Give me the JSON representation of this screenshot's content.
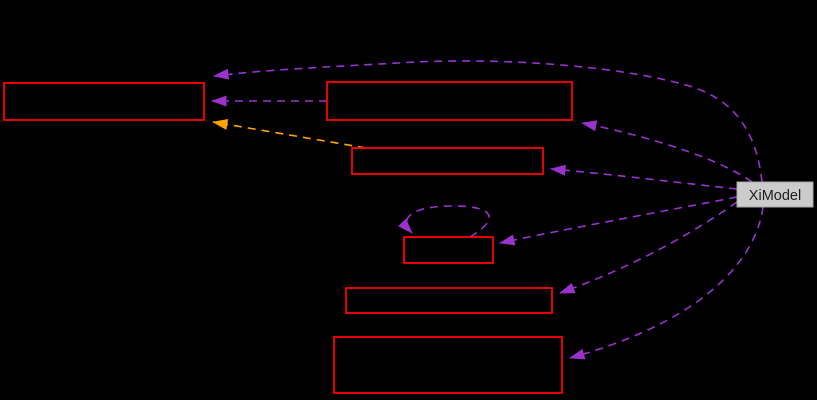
{
  "diagram": {
    "type": "collaboration-graph",
    "central_node": {
      "id": "XiModel",
      "label": "XiModel"
    },
    "nodes": [
      {
        "id": "node-1",
        "label": "",
        "note": "top-left class box, text not visible"
      },
      {
        "id": "node-2",
        "label": "",
        "note": "upper-middle class box, text not visible"
      },
      {
        "id": "node-3",
        "label": "",
        "note": "second-row class box, text not visible"
      },
      {
        "id": "node-4",
        "label": "",
        "note": "small class box with self-loop, text not visible"
      },
      {
        "id": "node-5",
        "label": "",
        "note": "fifth class box, text not visible"
      },
      {
        "id": "node-6",
        "label": "",
        "note": "bottom tall class box, text not visible"
      }
    ],
    "edges": [
      {
        "from": "XiModel",
        "to": "node-1",
        "style": "dashed",
        "type": "usage",
        "color": "#9a32cd"
      },
      {
        "from": "XiModel",
        "to": "node-2",
        "style": "dashed",
        "type": "usage",
        "color": "#9a32cd"
      },
      {
        "from": "XiModel",
        "to": "node-3",
        "style": "dashed",
        "type": "usage",
        "color": "#9a32cd"
      },
      {
        "from": "XiModel",
        "to": "node-4",
        "style": "dashed",
        "type": "usage",
        "color": "#9a32cd"
      },
      {
        "from": "XiModel",
        "to": "node-5",
        "style": "dashed",
        "type": "usage",
        "color": "#9a32cd"
      },
      {
        "from": "XiModel",
        "to": "node-6",
        "style": "dashed",
        "type": "usage",
        "color": "#9a32cd"
      },
      {
        "from": "node-2",
        "to": "node-1",
        "style": "dashed",
        "type": "usage",
        "color": "#9a32cd"
      },
      {
        "from": "node-4",
        "to": "node-4",
        "style": "dashed",
        "type": "usage-self-loop",
        "color": "#9a32cd"
      },
      {
        "from": "node-3",
        "to": "node-1",
        "style": "dashed",
        "type": "template-relation",
        "color": "#ffa500"
      }
    ]
  },
  "colors": {
    "background": "#000000",
    "node_border": "#ff0000",
    "node_fill": "#000000",
    "label_fill": "#cccccc",
    "label_border": "#a8a8a8",
    "label_text": "#1d1d1d",
    "edge_usage": "#9a32cd",
    "edge_template": "#ffa500"
  }
}
